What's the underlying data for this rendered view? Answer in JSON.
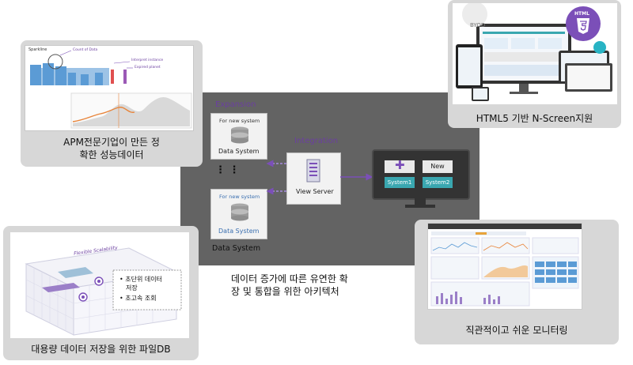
{
  "center": {
    "expansion_label": "Expansion",
    "integration_label": "Integration",
    "box1_title": "For new system",
    "box1_name": "Data System",
    "box2_title": "For new system",
    "box2_name": "Data System",
    "outside_label": "Data System",
    "view_server_label": "View Server",
    "dots": "⋮  ⋮",
    "monitor": {
      "new_label": "New",
      "system1": "System1",
      "system2": "System2"
    },
    "caption_line1": "데이터 증가에 따른 유연한 확",
    "caption_line2": "장 및 통합을 위한 아키텍처"
  },
  "panels": {
    "apm": {
      "caption_line1": "APM전문기업이 만든 정",
      "caption_line2": "확한 성능데이터",
      "chart_title": "Sparkline",
      "annot1": "Count of Data",
      "annot2": "Interpret instance",
      "annot3": "Expired planet"
    },
    "html5": {
      "caption": "HTML5 기반 N-Screen지원",
      "badge_text": "HTML",
      "byod": "BYOD"
    },
    "filedb": {
      "caption": "대용량 데이터 저장을 위한 파일DB",
      "bullet1": "초단위 데이터",
      "bullet1b": "저장",
      "bullet2": "초고속 조회",
      "axis_label": "Flexible Scalability"
    },
    "monitoring": {
      "caption": "직관적이고 쉬운 모니터링"
    }
  },
  "colors": {
    "panel_bg": "#d7d7d7",
    "center_bg": "#636363",
    "accent_purple": "#7b4fb8",
    "system_teal": "#3aa7b0",
    "chart_blue": "#5b9bd5",
    "chart_orange": "#e8843a"
  }
}
